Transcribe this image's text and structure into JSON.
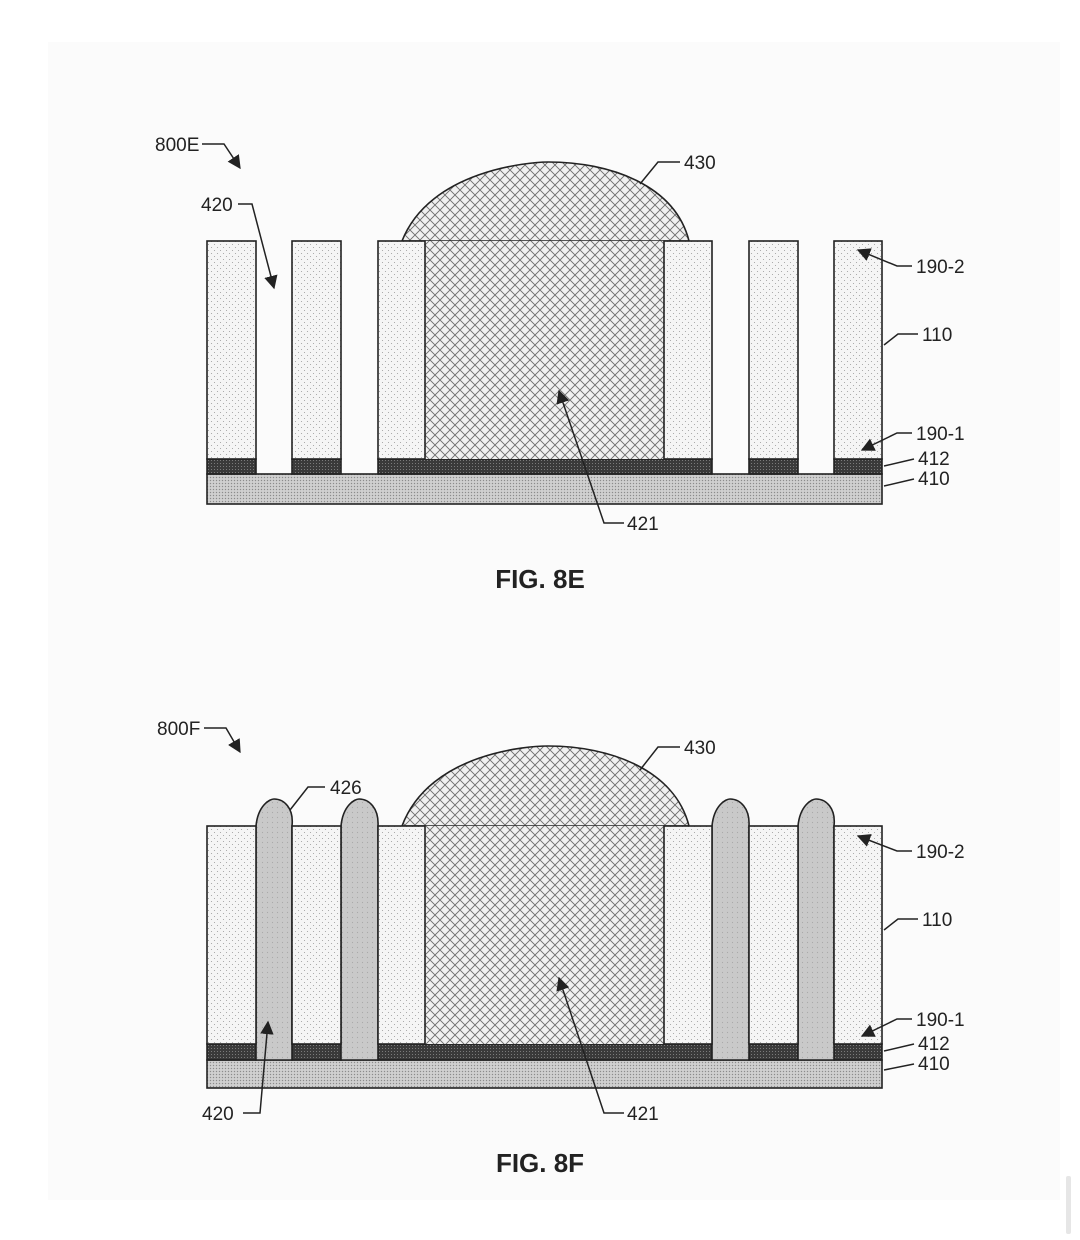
{
  "figures": [
    {
      "id": "8E",
      "caption": "FIG. 8E",
      "ref_label": "800E",
      "labels": {
        "trench": "420",
        "cap": "430",
        "upper_layer": "190-2",
        "pillar_body": "110",
        "lower_layer": "190-1",
        "bond_layer": "412",
        "substrate": "410",
        "fill": "421"
      }
    },
    {
      "id": "8F",
      "caption": "FIG. 8F",
      "ref_label": "800F",
      "labels": {
        "trench": "420",
        "cap": "430",
        "bumps": "426",
        "upper_layer": "190-2",
        "pillar_body": "110",
        "lower_layer": "190-1",
        "bond_layer": "412",
        "substrate": "410",
        "fill": "421"
      }
    }
  ],
  "colors": {
    "ink": "#222222",
    "pillar": "#f4f4f4",
    "trench_fill": "#c9c9c9",
    "bond_layer": "#3c3c3c",
    "substrate": "#cdcdcd"
  }
}
